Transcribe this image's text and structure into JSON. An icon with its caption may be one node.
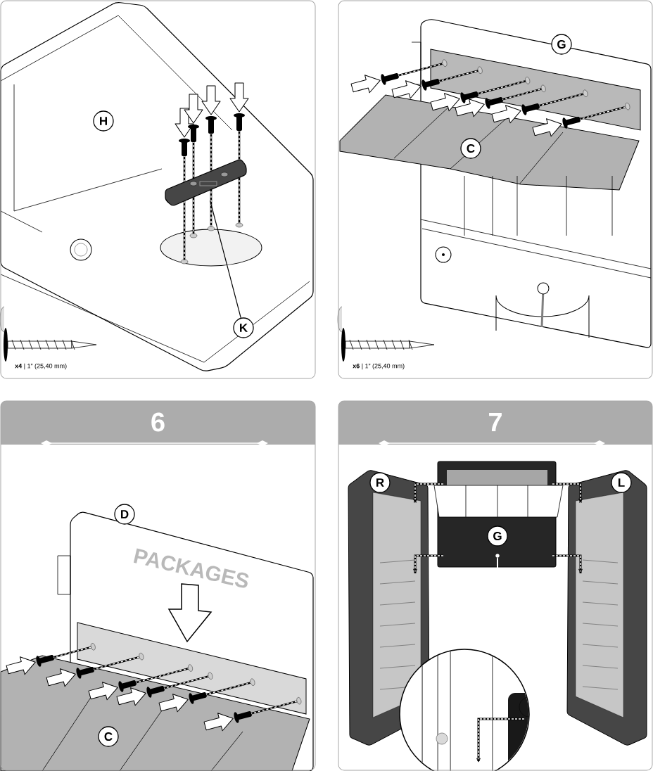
{
  "diagram": {
    "nodes": [
      {
        "text": [],
        "shape": "box"
      },
      {
        "text": [
          "H"
        ],
        "in": 0
      },
      {
        "text": [
          "K"
        ],
        "in": 0
      },
      {
        "text": [],
        "shape": "box",
        "in": 0
      },
      {
        "text": [],
        "shape": "box"
      },
      {
        "text": [
          "G"
        ],
        "in": 4
      },
      {
        "text": [
          "C"
        ],
        "in": 4
      },
      {
        "text": [
          "6"
        ]
      },
      {
        "text": [
          "D"
        ],
        "in": 7
      },
      {
        "text": [
          "C"
        ],
        "in": 7
      },
      {
        "text": [
          "7"
        ]
      },
      {
        "text": [
          "R"
        ],
        "in": 10
      },
      {
        "text": [
          "L"
        ],
        "in": 10
      },
      {
        "text": [
          "G"
        ],
        "in": 10
      }
    ],
    "edges": [
      {
        "from": 2,
        "to": 3,
        "arrow": "none"
      }
    ],
    "labels": [
      "**x4** | 1” (25,40 mm)",
      "**x6** | 1” (25,40 mm)",
      "PACKAGES"
    ]
  }
}
